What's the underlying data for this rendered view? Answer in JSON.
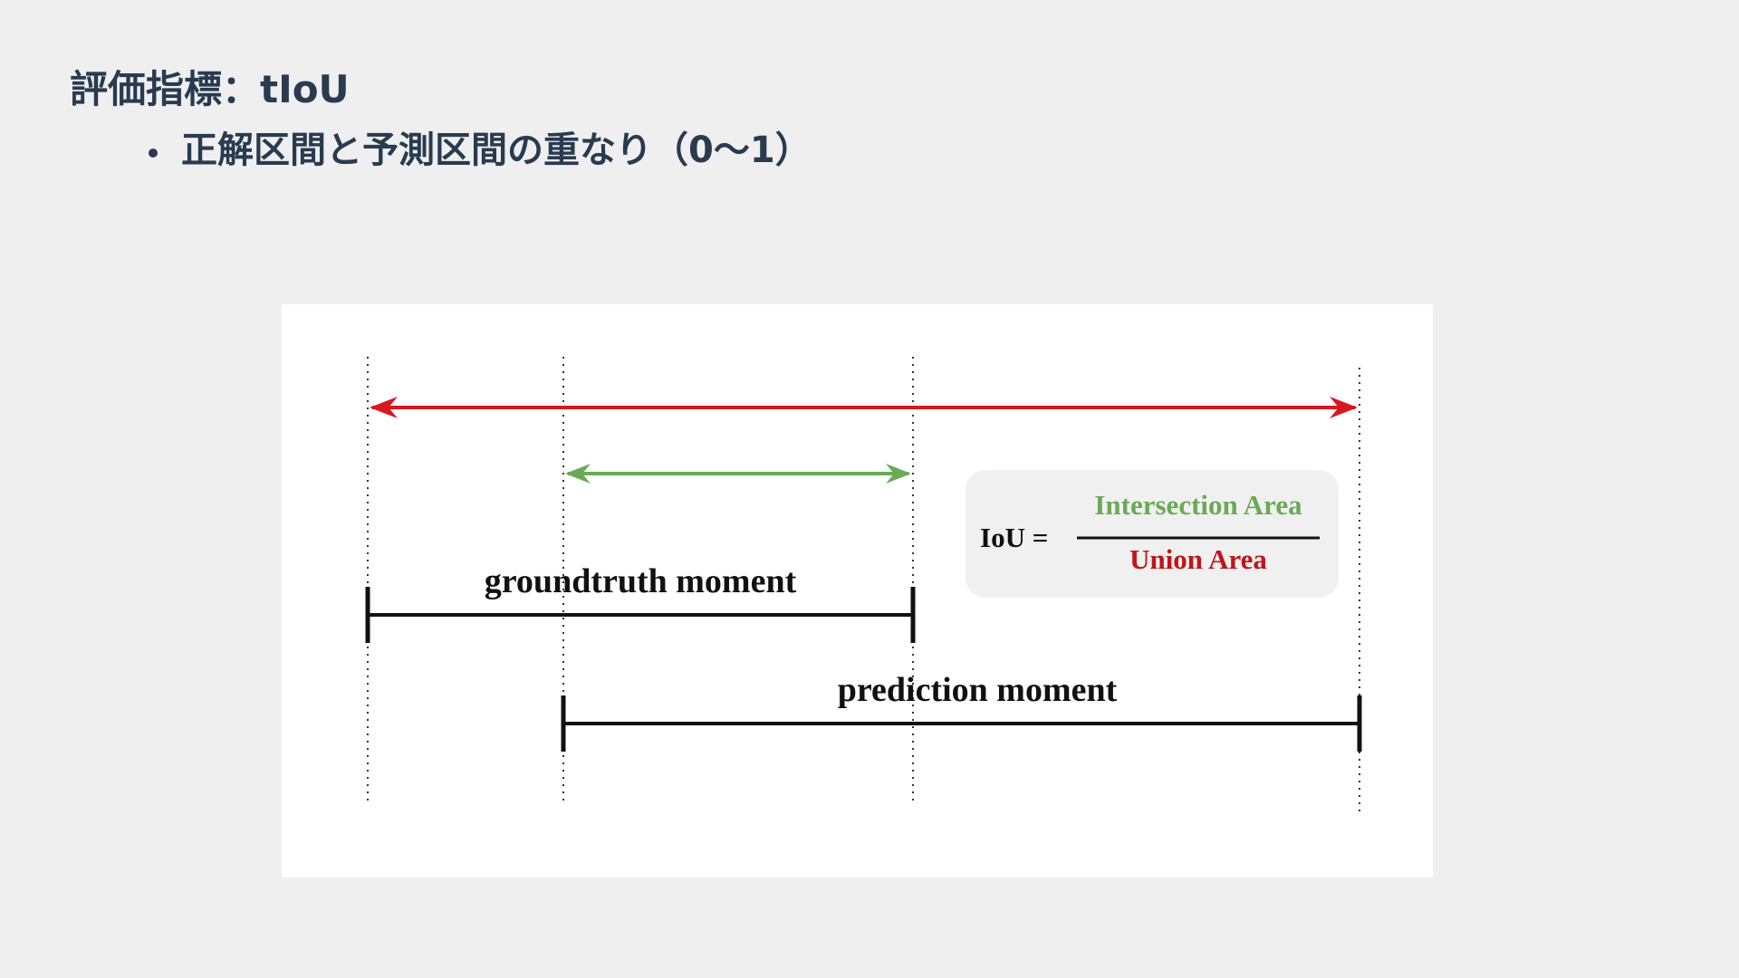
{
  "slide": {
    "title": "評価指標：tIoU",
    "bullets": [
      "正解区間と予測区間の重なり（0〜1）"
    ]
  },
  "diagram": {
    "groundtruth_label": "groundtruth moment",
    "prediction_label": "prediction moment",
    "formula": {
      "lhs": "IoU =",
      "numerator": "Intersection Area",
      "denominator": "Union Area"
    },
    "colors": {
      "union_arrow": "#d7191f",
      "intersection_arrow": "#6aaa56",
      "segments": "#111111",
      "guides": "#333333",
      "formula_box": "#f0f0f0"
    }
  }
}
